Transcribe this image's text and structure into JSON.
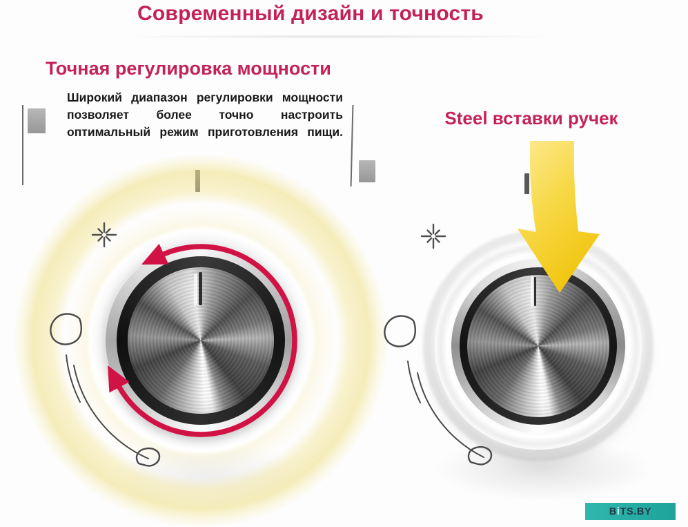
{
  "title": "Современный дизайн и точность",
  "left_section": {
    "heading": "Точная регулировка мощности",
    "body_lines": [
      "Широкий диапазон регулировки мощности",
      "позволяет более точно настроить",
      "оптимальный режим приготовления пищи."
    ]
  },
  "right_section": {
    "heading": "Steel вставки ручек"
  },
  "watermark": {
    "b": "B",
    "i": "i",
    "rest": "TS.BY"
  },
  "colors": {
    "accent_crimson": "#c32258",
    "arrow_crimson": "#d11245",
    "arrow_yellow": "#f2c50f",
    "glow_yellow": "#f0e296",
    "badge_teal": "#2bb3aa"
  },
  "icons": {
    "rotation_arc": "bidirectional-rotation-arc-arrow",
    "down_arrow": "curved-down-arrow",
    "spark": "ignition-spark-asterisk",
    "flame_large": "large-flame-drop-outline",
    "flame_small": "small-flame-drop-outline",
    "knob_marker": "knob-position-tick"
  }
}
